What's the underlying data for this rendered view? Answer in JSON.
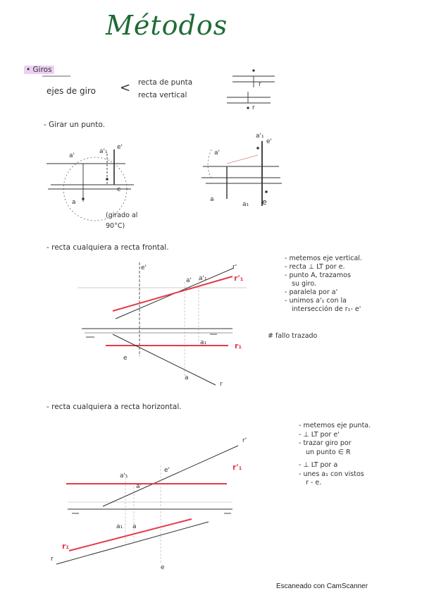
{
  "title": "Métodos",
  "sections": {
    "giros": {
      "heading": "• Giros",
      "ejes_label": "ejes de giro",
      "brace": "<",
      "option1": "recta de punta",
      "option2": "recta vertical"
    },
    "girar_punto": {
      "heading": "- Girar un punto.",
      "note": "(girado al 90°C)"
    },
    "frontal": {
      "heading": "- recta cualquiera a recta frontal.",
      "steps": [
        "- metemos eje vertical.",
        "- recta ⊥ LT por e.",
        "- punto A, trazamos",
        "su giro.",
        "- paralela por a'",
        "- unimos a'₁ con la",
        "intersección de r₁- e'"
      ],
      "aside": "# fallo trazado"
    },
    "horizontal": {
      "heading": "- recta cualquiera a recta horizontal.",
      "steps": [
        "- metemos eje punta.",
        "- ⊥ LT por e'",
        "- trazar giro por",
        "un punto ∈ R",
        "- ⊥ LT por a",
        "- unes a₁ con vistos",
        "r - e."
      ]
    }
  },
  "labels": {
    "a_prime": "a'",
    "a1_prime": "a'₁",
    "a": "a",
    "a1": "a₁",
    "e_prime": "e'",
    "e": "e",
    "r_prime": "r'",
    "r1_prime": "r'₁",
    "r": "r",
    "r1": "r₁",
    "r1_small": "r₁",
    "r_mark": "r",
    "r_mark2": "r"
  },
  "footer": "Escaneado con CamScanner",
  "colors": {
    "title": "#1f6b35",
    "red": "#e53a4a",
    "ink": "#2f3030",
    "highlight": "#d59ae6"
  }
}
